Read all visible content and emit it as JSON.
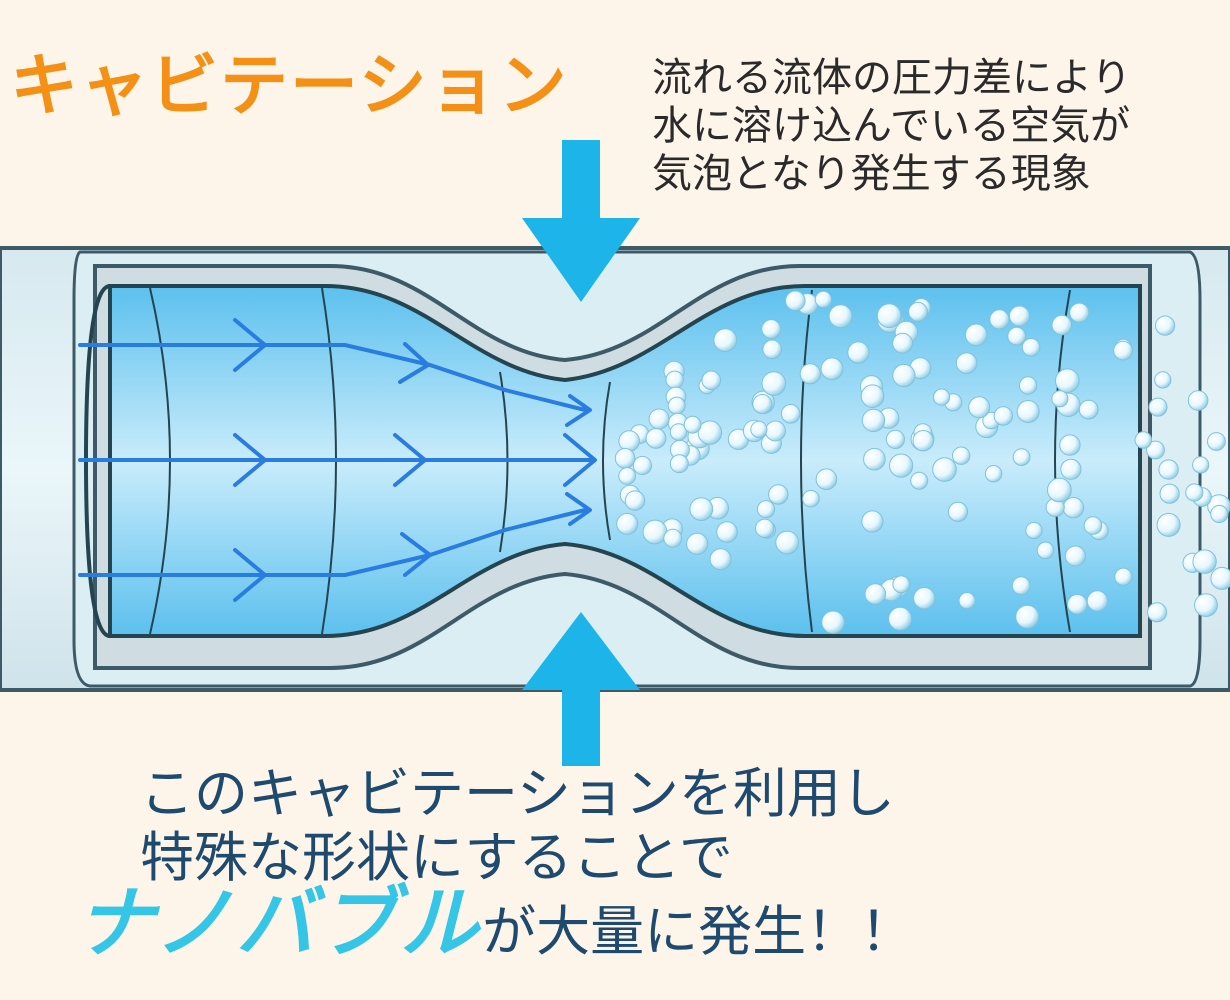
{
  "title": "キャビテーション",
  "description": {
    "lines": [
      "流れる流体の圧力差により",
      "水に溶け込んでいる空気が",
      "気泡となり発生する現象"
    ]
  },
  "bottom": {
    "line1": "このキャビテーションを利用し",
    "line2": "特殊な形状にすることで",
    "highlight": "ナノバブル",
    "line3_tail": "が大量に発生！！"
  },
  "colors": {
    "title": "#f39015",
    "highlight": "#35c5e6",
    "arrow": "#1db4ea",
    "water": "#8fd3f2",
    "flow_arrow": "#2a7de0",
    "body_text": "#1d4a6e",
    "background": "#fdf5ea"
  },
  "icons": {
    "top_arrow": "down-arrow-icon",
    "bottom_arrow": "up-arrow-icon"
  }
}
